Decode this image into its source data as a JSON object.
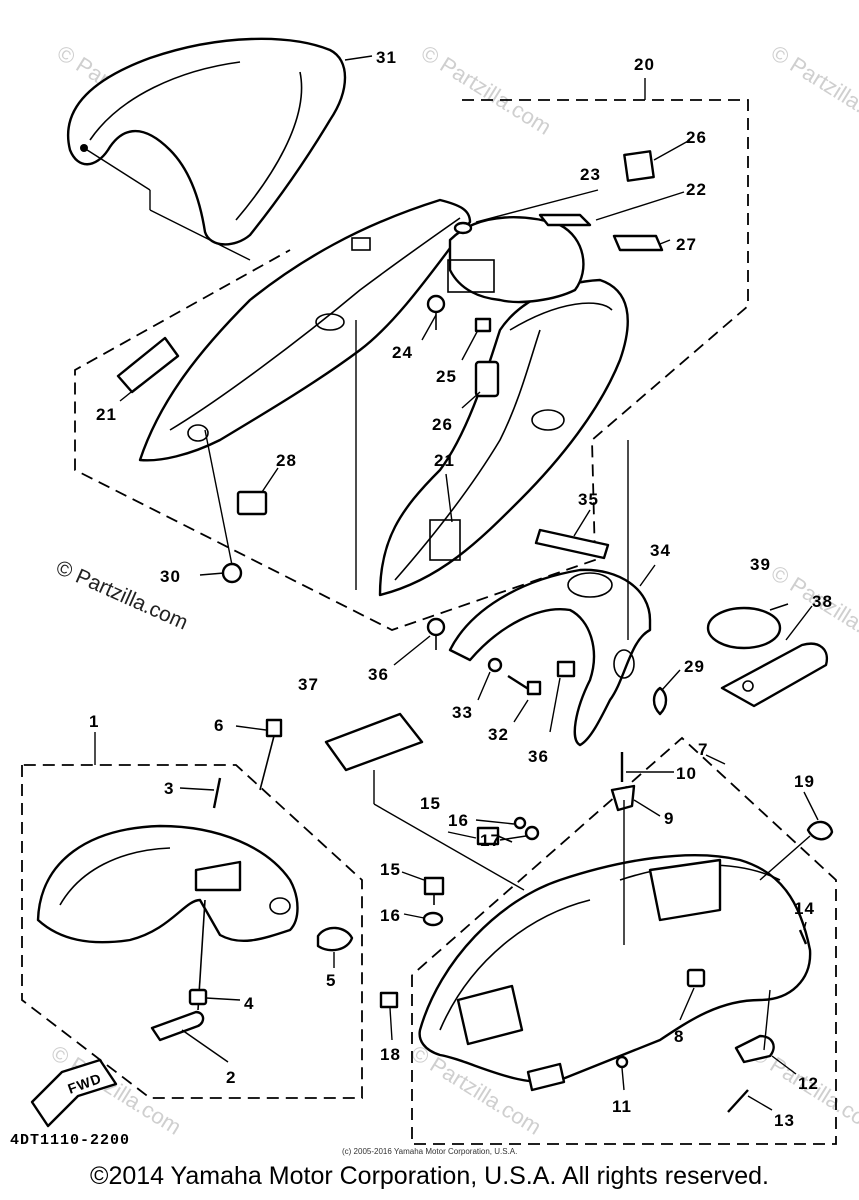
{
  "watermarks": {
    "visible": "© Partzilla.com",
    "faint": "© Partzilla.com"
  },
  "callouts": [
    "1",
    "2",
    "3",
    "4",
    "5",
    "6",
    "7",
    "8",
    "9",
    "10",
    "11",
    "12",
    "13",
    "14",
    "15",
    "16",
    "17",
    "18",
    "19",
    "20",
    "21",
    "22",
    "23",
    "24",
    "25",
    "26",
    "27",
    "28",
    "29",
    "30",
    "31",
    "32",
    "33",
    "34",
    "35",
    "36",
    "37",
    "38",
    "39"
  ],
  "fwd_label": "FWD",
  "diagram_code": "4DT1110-2200",
  "small_copyright": "(c) 2005-2016 Yamaha Motor Corporation, U.S.A.",
  "copyright": "©2014 Yamaha Motor Corporation, U.S.A. All rights reserved."
}
